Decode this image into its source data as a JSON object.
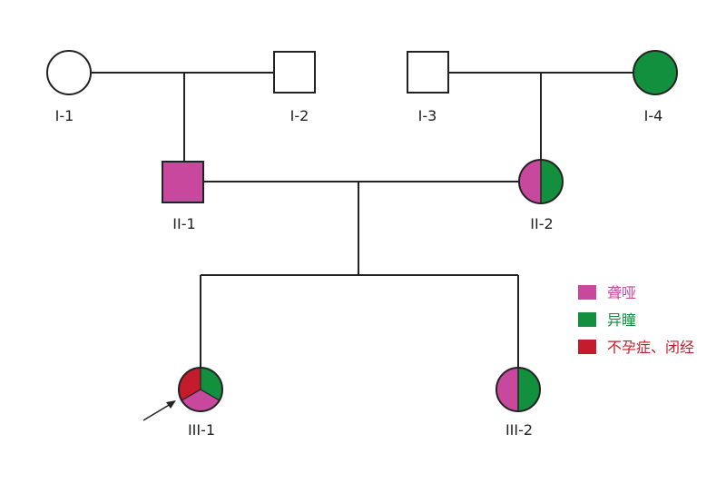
{
  "colors": {
    "deaf_mute": "#c8489e",
    "heterochromia": "#13903d",
    "infertility": "#c41c2c",
    "line": "#222222"
  },
  "individuals": [
    {
      "id": "I-1",
      "sex": "female",
      "traits": []
    },
    {
      "id": "I-2",
      "sex": "male",
      "traits": []
    },
    {
      "id": "I-3",
      "sex": "male",
      "traits": []
    },
    {
      "id": "I-4",
      "sex": "female",
      "traits": [
        "heterochromia"
      ]
    },
    {
      "id": "II-1",
      "sex": "male",
      "traits": [
        "deaf_mute"
      ]
    },
    {
      "id": "II-2",
      "sex": "female",
      "traits": [
        "deaf_mute",
        "heterochromia"
      ]
    },
    {
      "id": "III-1",
      "sex": "female",
      "traits": [
        "infertility",
        "heterochromia",
        "deaf_mute"
      ],
      "proband": true
    },
    {
      "id": "III-2",
      "sex": "female",
      "traits": [
        "deaf_mute",
        "heterochromia"
      ]
    }
  ],
  "legend": [
    {
      "key": "deaf_mute",
      "label": "聋哑"
    },
    {
      "key": "heterochromia",
      "label": "异瞳"
    },
    {
      "key": "infertility",
      "label": "不孕症、闭经"
    }
  ]
}
